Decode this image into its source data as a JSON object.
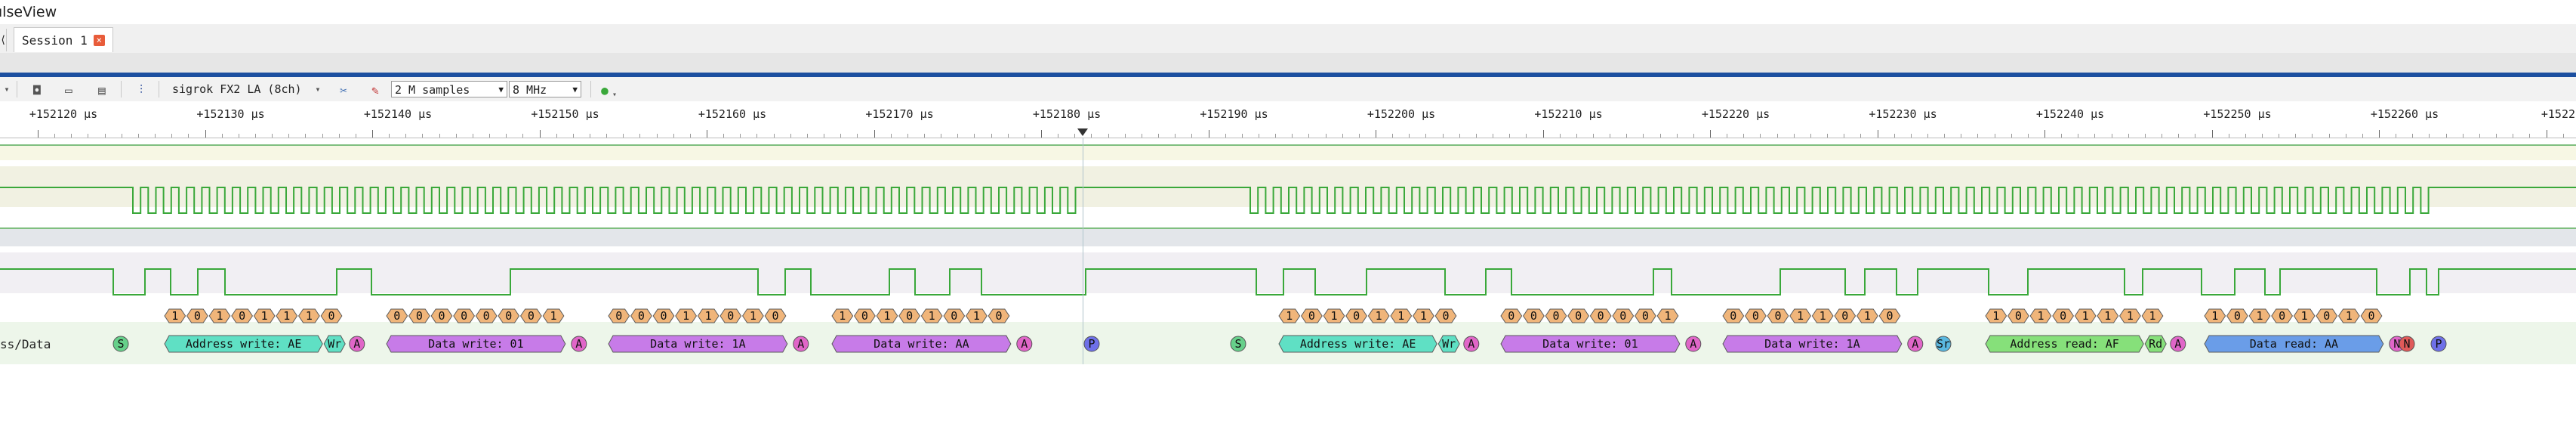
{
  "window": {
    "title": "PulseView"
  },
  "tabs": [
    {
      "label": "Session 1"
    }
  ],
  "toolbar": {
    "device": "sigrok FX2 LA (8ch)",
    "samples": "2 M samples",
    "samplerate": "8 MHz"
  },
  "ruler": {
    "unit": "μs",
    "ticks": [
      "+152120",
      "+152130",
      "+152140",
      "+152150",
      "+152160",
      "+152170",
      "+152180",
      "+152190",
      "+152200",
      "+152210",
      "+152220",
      "+152230",
      "+152240",
      "+152250",
      "+152260",
      "+15222"
    ]
  },
  "decoder": {
    "label": "ss/Data",
    "groups": [
      {
        "bits": [
          "1",
          "0",
          "1",
          "0",
          "1",
          "1",
          "1",
          "0"
        ],
        "label": "Address write: AE",
        "kind": "addrw"
      },
      {
        "bits": [
          "0",
          "0",
          "0",
          "0",
          "0",
          "0",
          "0",
          "1"
        ],
        "label": "Data write: 01",
        "kind": "dataw"
      },
      {
        "bits": [
          "0",
          "0",
          "0",
          "1",
          "1",
          "0",
          "1",
          "0"
        ],
        "label": "Data write: 1A",
        "kind": "dataw"
      },
      {
        "bits": [
          "1",
          "0",
          "1",
          "0",
          "1",
          "0",
          "1",
          "0"
        ],
        "label": "Data write: AA",
        "kind": "dataw"
      },
      {
        "bits": [
          "1",
          "0",
          "1",
          "0",
          "1",
          "1",
          "1",
          "0"
        ],
        "label": "Address write: AE",
        "kind": "addrw"
      },
      {
        "bits": [
          "0",
          "0",
          "0",
          "0",
          "0",
          "0",
          "0",
          "1"
        ],
        "label": "Data write: 01",
        "kind": "dataw"
      },
      {
        "bits": [
          "0",
          "0",
          "0",
          "1",
          "1",
          "0",
          "1",
          "0"
        ],
        "label": "Data write: 1A",
        "kind": "dataw"
      },
      {
        "bits": [
          "1",
          "0",
          "1",
          "0",
          "1",
          "1",
          "1",
          "1"
        ],
        "label": "Address read: AF",
        "kind": "addrr"
      },
      {
        "bits": [
          "1",
          "0",
          "1",
          "0",
          "1",
          "0",
          "1",
          "0"
        ],
        "label": "Data read: AA",
        "kind": "datar"
      }
    ],
    "markers": {
      "start": "S",
      "write": "Wr",
      "read": "Rd",
      "ack": "A",
      "stop": "P",
      "repeated_start": "Sr",
      "nack": "N"
    }
  },
  "colors": {
    "bits": "#f0b57a",
    "addrw": "#5fe0c4",
    "dataw": "#c77be8",
    "addrr": "#86e07a",
    "datar": "#6a9de8",
    "start": "#66d08a",
    "ack": "#e066c8",
    "stop": "#6e70e8",
    "sr": "#5ab8e0",
    "nack": "#e05a5a",
    "sig_high": "#3aa83a",
    "sig_low": "#a83a3a"
  }
}
